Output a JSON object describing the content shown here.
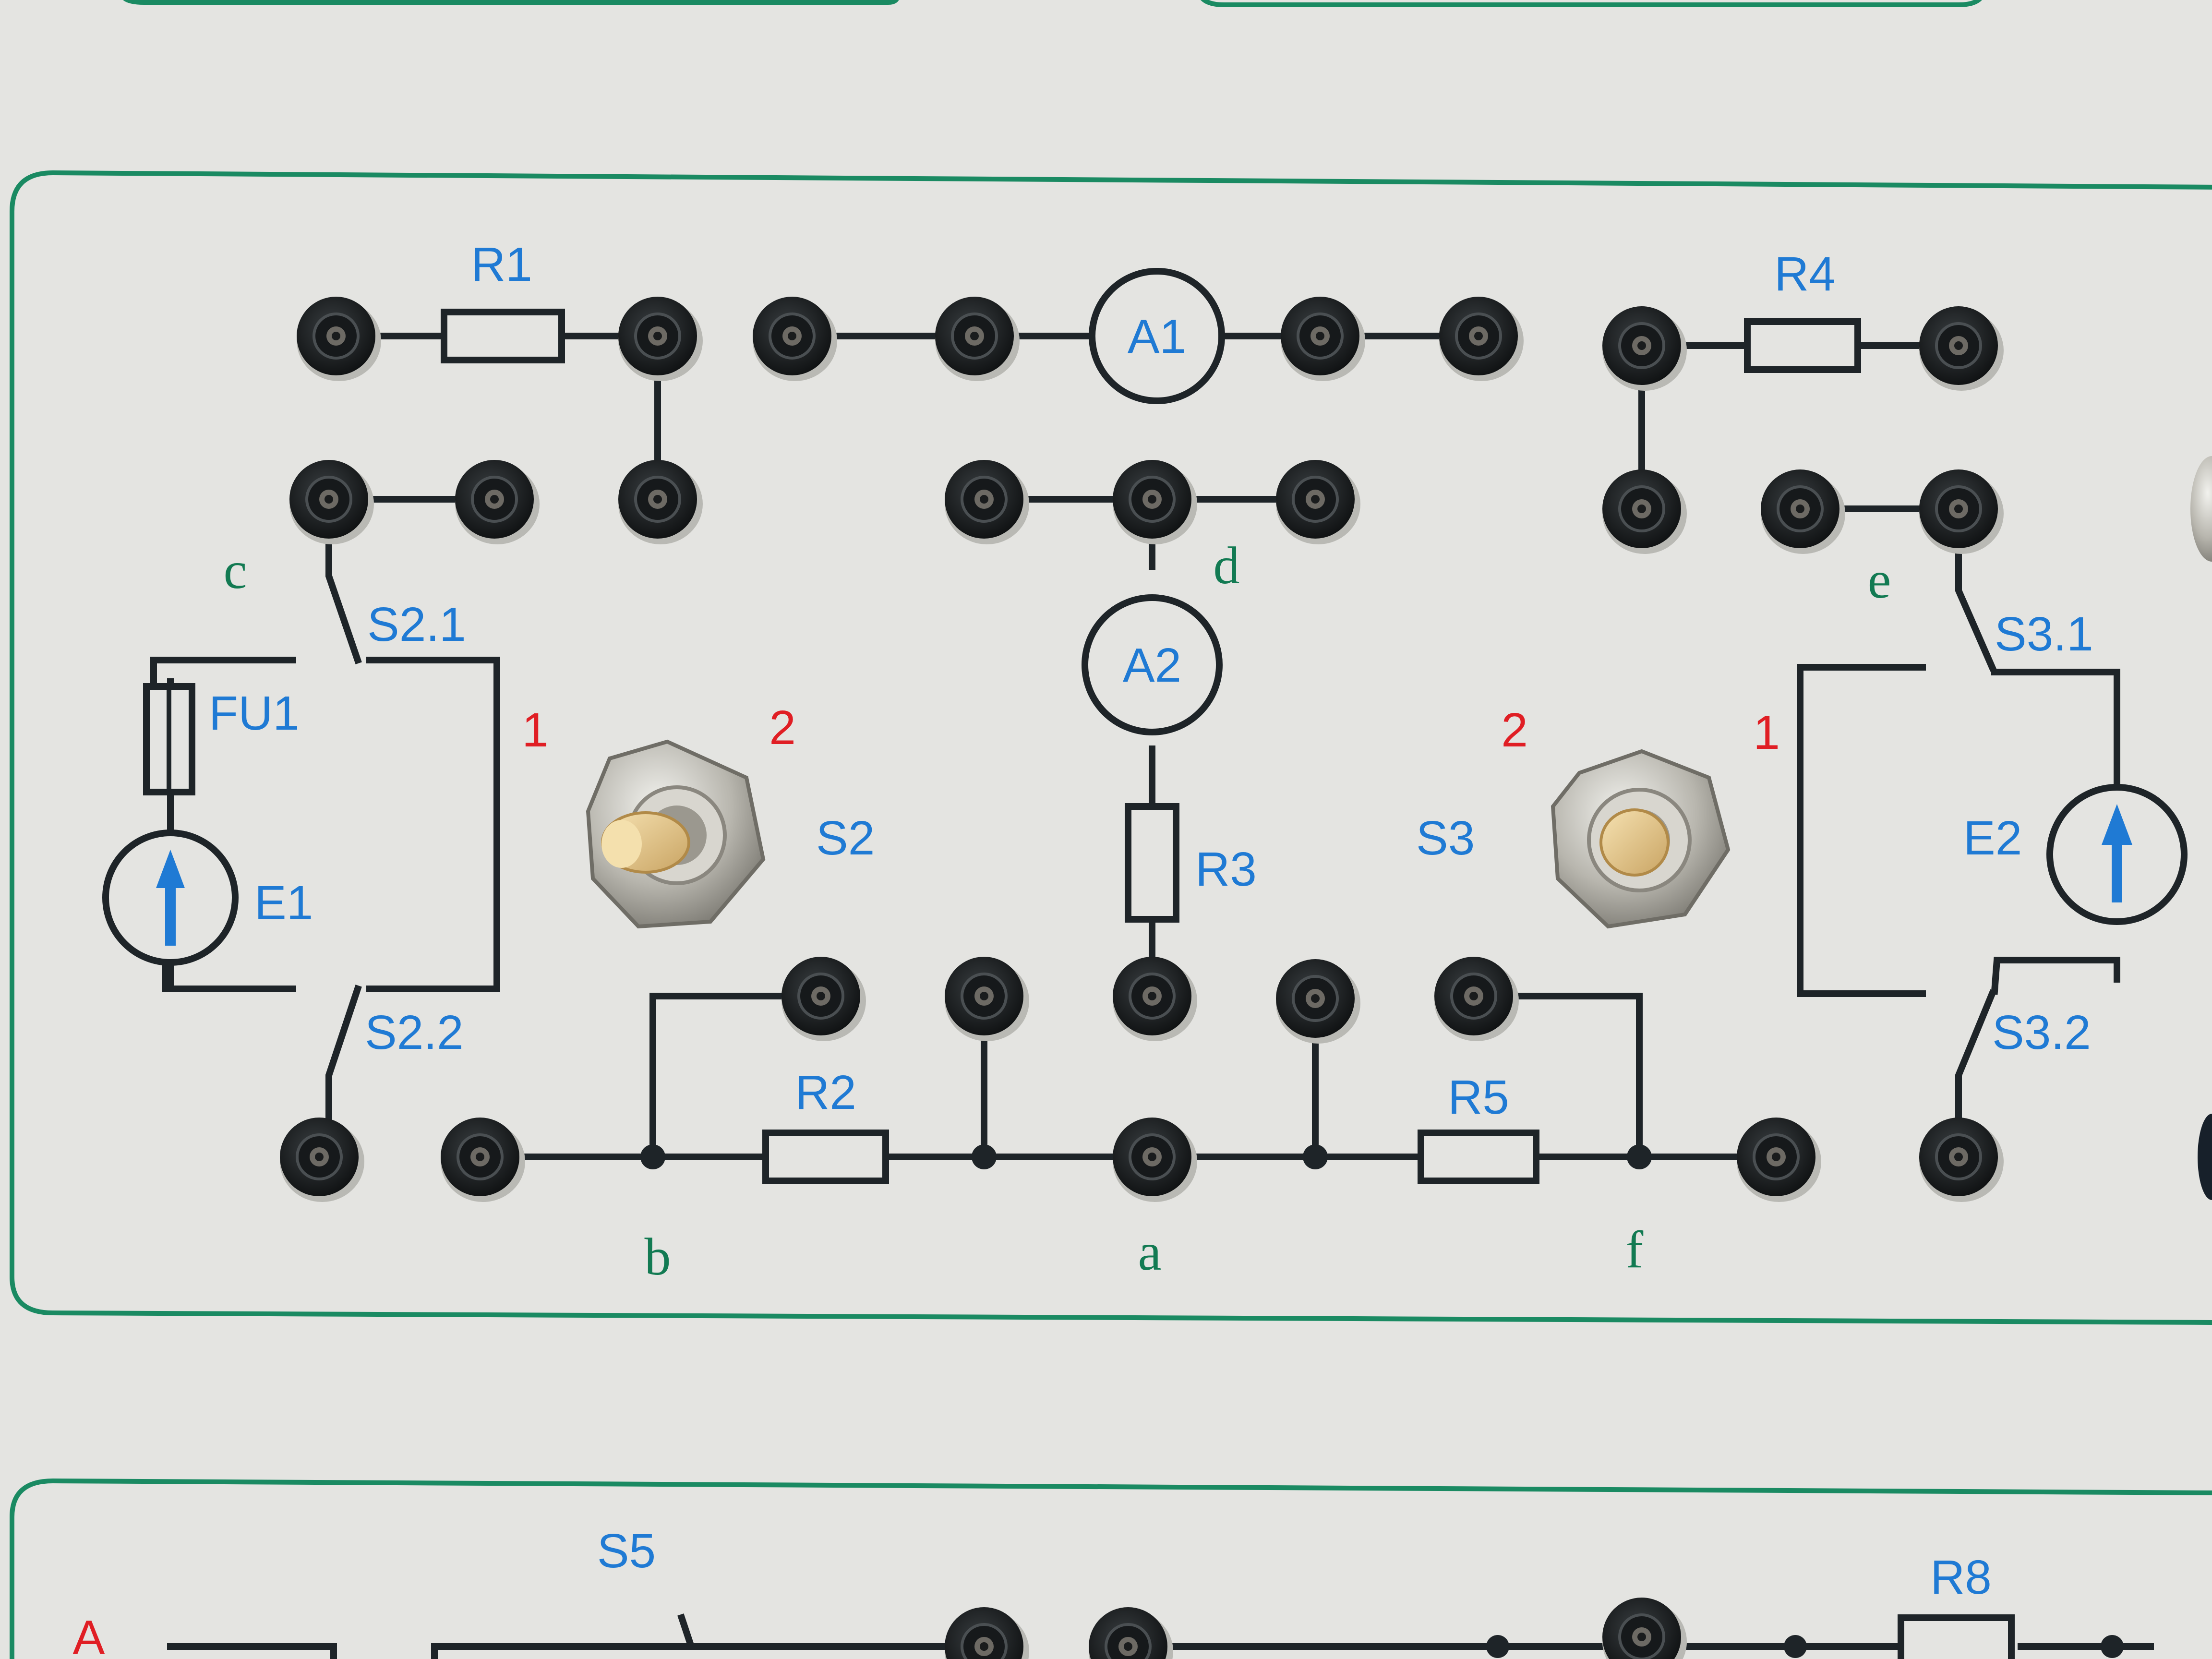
{
  "labels": {
    "r1": "R1",
    "r2": "R2",
    "r3": "R3",
    "r4": "R4",
    "r5": "R5",
    "a1": "A1",
    "a2": "A2",
    "s2": "S2",
    "s3": "S3",
    "s2_1": "S2.1",
    "s2_2": "S2.2",
    "s3_1": "S3.1",
    "s3_2": "S3.2",
    "fu1": "FU1",
    "e1": "E1",
    "e2": "E2",
    "s5": "S5",
    "r8": "R8",
    "row_a": "A",
    "pos1_left": "1",
    "pos2_left": "2",
    "pos2_right": "2",
    "pos1_right": "1"
  },
  "nodes": {
    "a": "a",
    "b": "b",
    "c": "c",
    "d": "d",
    "e": "e",
    "f": "f"
  },
  "colors": {
    "panel": "#e4e4e1",
    "border": "#1a8a62",
    "wire": "#1e2428",
    "label_blue": "#1f7ad4",
    "label_red": "#e01e24",
    "node_green": "#127a52",
    "socket": "#15181a",
    "knob": "#e8c98a"
  }
}
